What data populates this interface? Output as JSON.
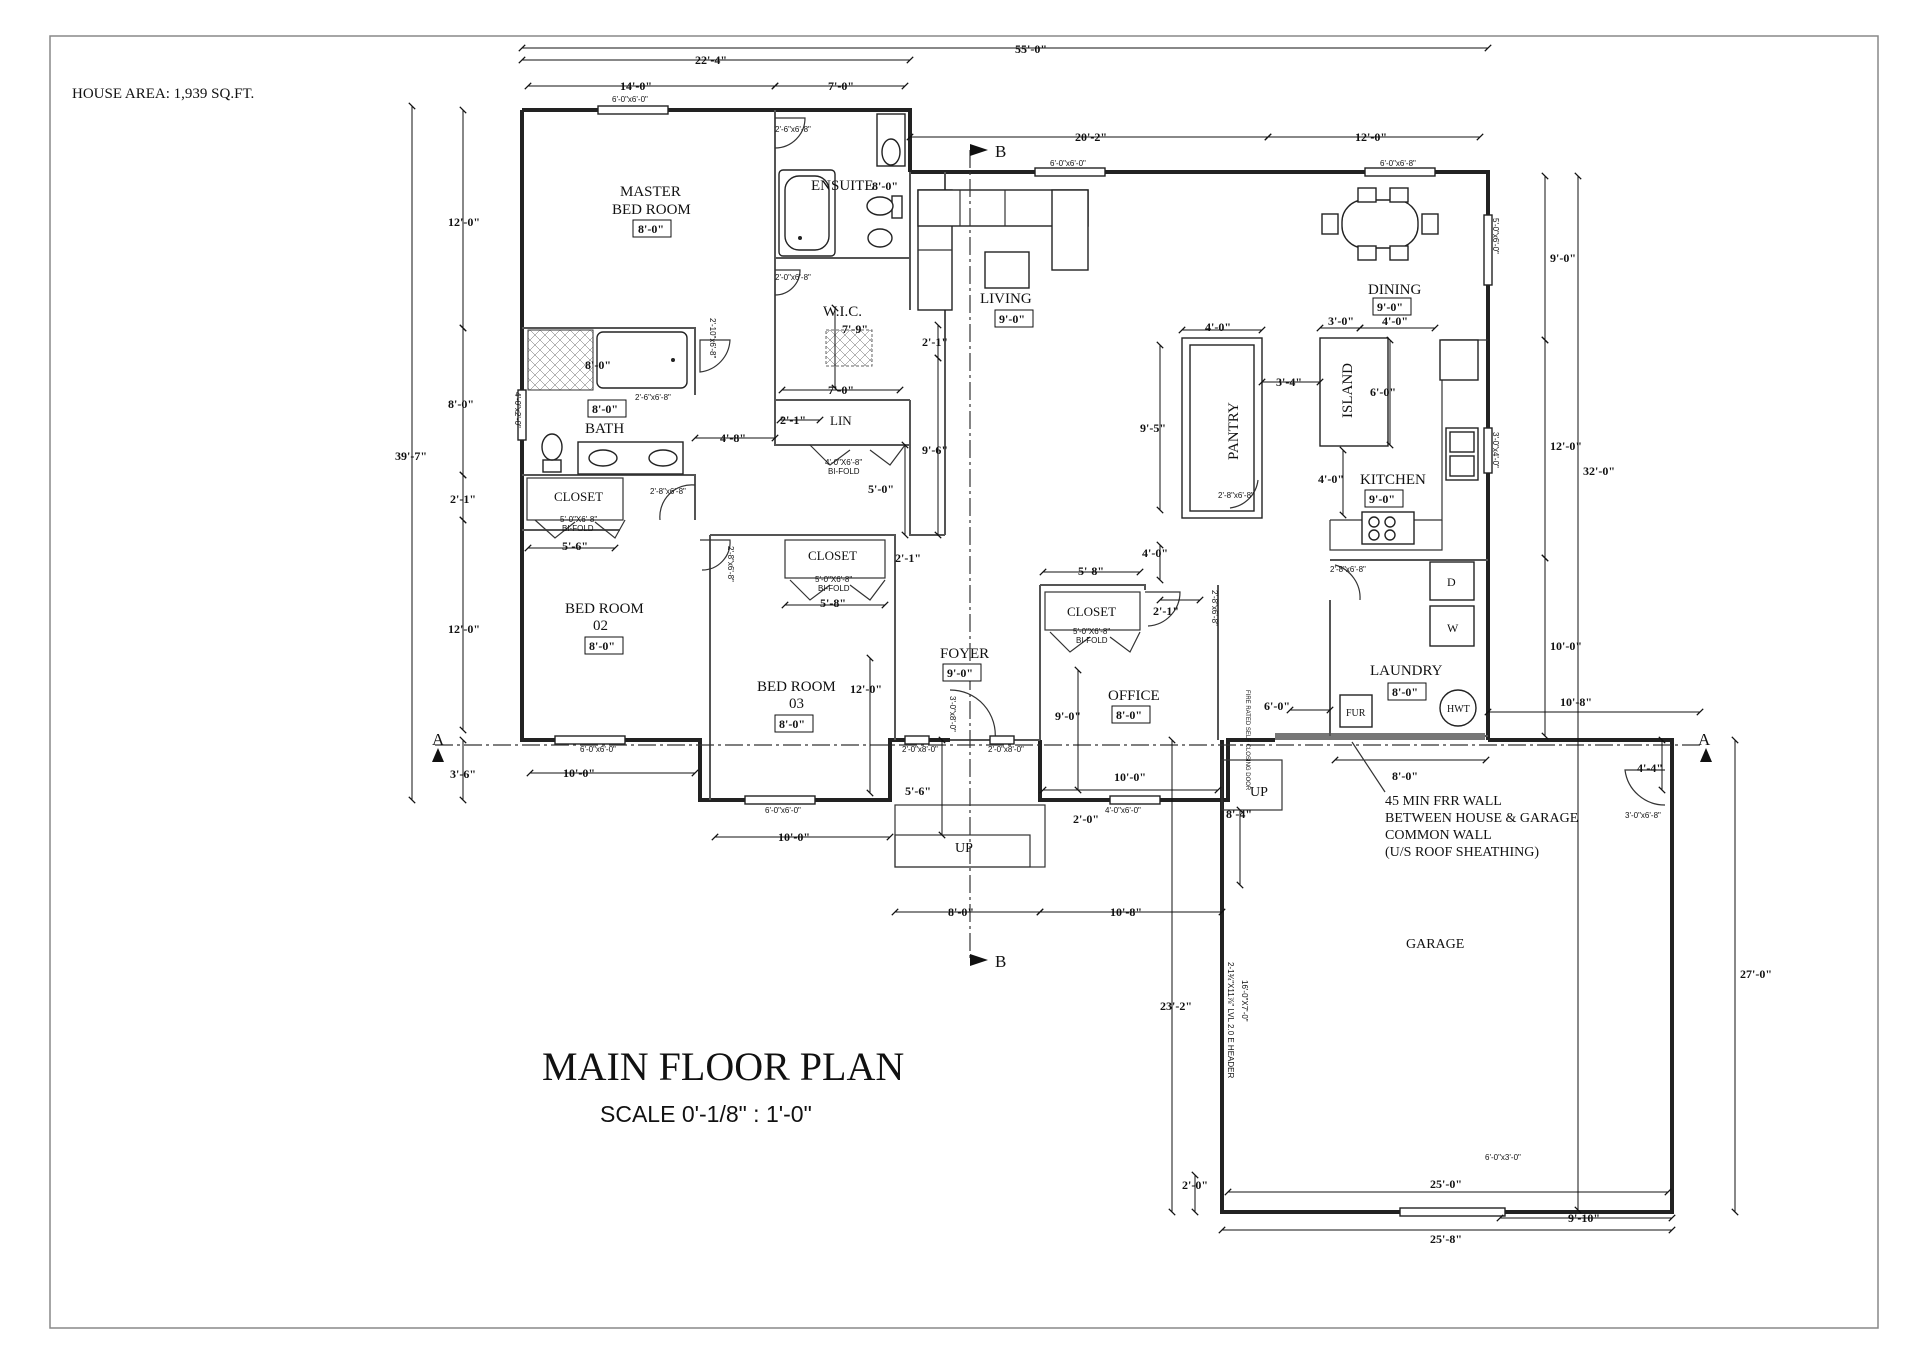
{
  "house_area": "HOUSE AREA: 1,939 SQ.FT.",
  "title": "MAIN FLOOR PLAN",
  "scale": "SCALE  0'-1/8\" : 1'-0\"",
  "section_a": "A",
  "section_b": "B",
  "rooms": {
    "master": [
      "MASTER",
      "BED ROOM"
    ],
    "ensuite": "ENSUITE",
    "wic": "W.I.C.",
    "bath": "BATH",
    "lin": "LIN",
    "closet": "CLOSET",
    "bedroom02": [
      "BED ROOM",
      "02"
    ],
    "bedroom03": [
      "BED ROOM",
      "03"
    ],
    "living": "LIVING",
    "foyer": "FOYER",
    "office": "OFFICE",
    "pantry": "PANTRY",
    "island": "ISLAND",
    "kitchen": "KITCHEN",
    "dining": "DINING",
    "laundry": "LAUNDRY",
    "garage": "GARAGE",
    "up": "UP",
    "fur": "FUR",
    "hwt": "HWT",
    "d": "D",
    "w": "W"
  },
  "ceilings": {
    "master": "8'-0\"",
    "ensuite": "8'-0\"",
    "bath": "8'-0\"",
    "bath_tub": "8'-0\"",
    "bedroom02": "8'-0\"",
    "bedroom03": "8'-0\"",
    "living": "9'-0\"",
    "foyer": "9'-0\"",
    "office": "8'-0\"",
    "kitchen": "9'-0\"",
    "dining": "9'-0\"",
    "laundry": "8'-0\""
  },
  "windows_doors": {
    "w_master": "6'-0\"x6'-0\"",
    "w_living": "6'-0\"x6'-0\"",
    "w_dining_top": "6'-0\"x6'-8\"",
    "w_dining_side": "5'-0\"x6'-0\"",
    "w_kitchen": "3'-0\"x4'-0\"",
    "w_bed02": "6'-0\"x6'-0\"",
    "w_bed03": "6'-0\"x6'-0\"",
    "w_office": "4'-0\"x6'-0\"",
    "w_bath": "4'-0\"x2'-0\"",
    "w_garage_bottom": "6'-0\"x3'-0\"",
    "d_ensuite1": "2'-6\"x6'-8\"",
    "d_ensuite2": "2'-0\"x6'-8\"",
    "d_bath": "2'-6\"x6'-8\"",
    "d_wic": "2'-10\"x6'-8\"",
    "d_bed02": "2'-8\"x6'-8\"",
    "d_bed03": "2'-8\"x6'-8\"",
    "d_pantry": "2'-8\"x6'-8\"",
    "d_laundry": "2'-8\"x6'-8\"",
    "d_office": "2'-8\"x6'-8\"",
    "d_foyer": "3'-0\"x8'-0\"",
    "d_foyer_side1": "2'-0\"x8'-0\"",
    "d_foyer_side2": "2'-0\"x8'-0\"",
    "d_garage_man": "3'-0\"x6'-8\"",
    "bifold_lin": [
      "4'-0\"X6'-8\"",
      "BI-FOLD"
    ],
    "bifold_closet1": [
      "5'-0\"X6'-8\"",
      "BI-FOLD"
    ],
    "bifold_closet2": [
      "5'-0\"X6'-8\"",
      "BI-FOLD"
    ],
    "bifold_closet3": [
      "5'-0\"X6'-8\"",
      "BI-FOLD"
    ],
    "garage_door": "16'-0\"X7'-0\"",
    "header": "2-1¾\"X11⅞\" LVL 2.0 E HEADER",
    "fire_door": "FIRE RATED SELF CLOSING DOOR"
  },
  "note": [
    "45 MIN FRR WALL",
    "BETWEEN HOUSE & GARAGE",
    "COMMON WALL",
    "(U/S ROOF SHEATHING)"
  ],
  "dims": {
    "top_total": "55'-0\"",
    "top_left": "22'-4\"",
    "top_14": "14'-0\"",
    "top_7": "7'-0\"",
    "top_20": "20'-2\"",
    "top_12": "12'-0\"",
    "left_total": "39'-7\"",
    "left_12a": "12'-0\"",
    "left_8": "8'-0\"",
    "left_21": "2'-1\"",
    "left_12b": "12'-0\"",
    "left_36": "3'-6\"",
    "right_32": "32'-0\"",
    "right_9": "9'-0\"",
    "right_12": "12'-0\"",
    "right_10": "10'-0\"",
    "right_27": "27'-0\"",
    "right_108": "10'-8\"",
    "right_44": "4'-4\"",
    "wic_79": "7'-9\"",
    "wic_70": "7'-0\"",
    "hall_21a": "2'-1\"",
    "hall_21b": "2'-1\"",
    "hall_21c": "2'-1\"",
    "hall_48": "4'-8\"",
    "hall_96": "9'-6\"",
    "hall_50": "5'-0\"",
    "lin_21": "2'-1\"",
    "closet_56": "5'-6\"",
    "closet_58": "5'-8\"",
    "office_58": "5'-8\"",
    "office_90": "9'-0\"",
    "office_21": "2'-1\"",
    "office_100": "10'-0\"",
    "office_20": "2'-0\"",
    "bed03_12": "12'-0\"",
    "bed02_100": "10'-0\"",
    "bed03_100": "10'-0\"",
    "foyer_56": "5'-6\"",
    "foyer_80": "8'-0\"",
    "foyer_108": "10'-8\"",
    "pantry_40": "4'-0\"",
    "pantry_95": "9'-5\"",
    "pantry_34": "3'-4\"",
    "pantry_40b": "4'-0\"",
    "island_30": "3'-0\"",
    "island_40": "4'-0\"",
    "island_60": "6'-0\"",
    "island_40b": "4'-0\"",
    "laundry_60": "6'-0\"",
    "laundry_80": "8'-0\"",
    "up_84": "8'-4\"",
    "garage_232": "23'-2\"",
    "garage_250": "25'-0\"",
    "garage_258": "25'-8\"",
    "garage_910": "9'-10\"",
    "garage_20": "2'-0\""
  }
}
